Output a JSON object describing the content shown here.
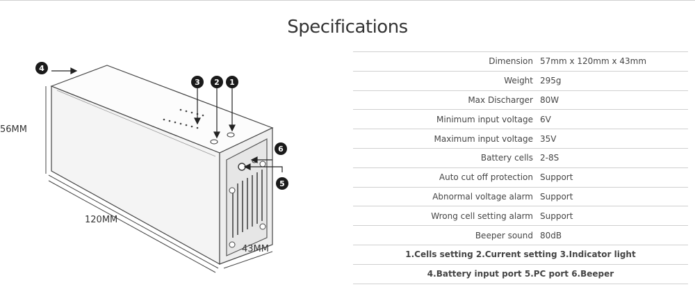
{
  "page": {
    "title": "Specifications"
  },
  "figure": {
    "height_label": "56MM",
    "length_label": "120MM",
    "depth_label": "43MM",
    "markers": [
      "1",
      "2",
      "3",
      "4",
      "5",
      "6"
    ]
  },
  "specs": [
    {
      "label": "Dimension",
      "value": "57mm x 120mm x 43mm"
    },
    {
      "label": "Weight",
      "value": "295g"
    },
    {
      "label": "Max Discharger",
      "value": "80W"
    },
    {
      "label": "Minimum input voltage",
      "value": "6V"
    },
    {
      "label": "Maximum input voltage",
      "value": "35V"
    },
    {
      "label": "Battery cells",
      "value": "2-8S"
    },
    {
      "label": "Auto cut off protection",
      "value": "Support"
    },
    {
      "label": "Abnormal voltage alarm",
      "value": "Support"
    },
    {
      "label": "Wrong cell setting alarm",
      "value": "Support"
    },
    {
      "label": "Beeper sound",
      "value": "80dB"
    }
  ],
  "legend": [
    "1.Cells setting 2.Current setting 3.Indicator light",
    "4.Battery input port 5.PC port 6.Beeper"
  ]
}
